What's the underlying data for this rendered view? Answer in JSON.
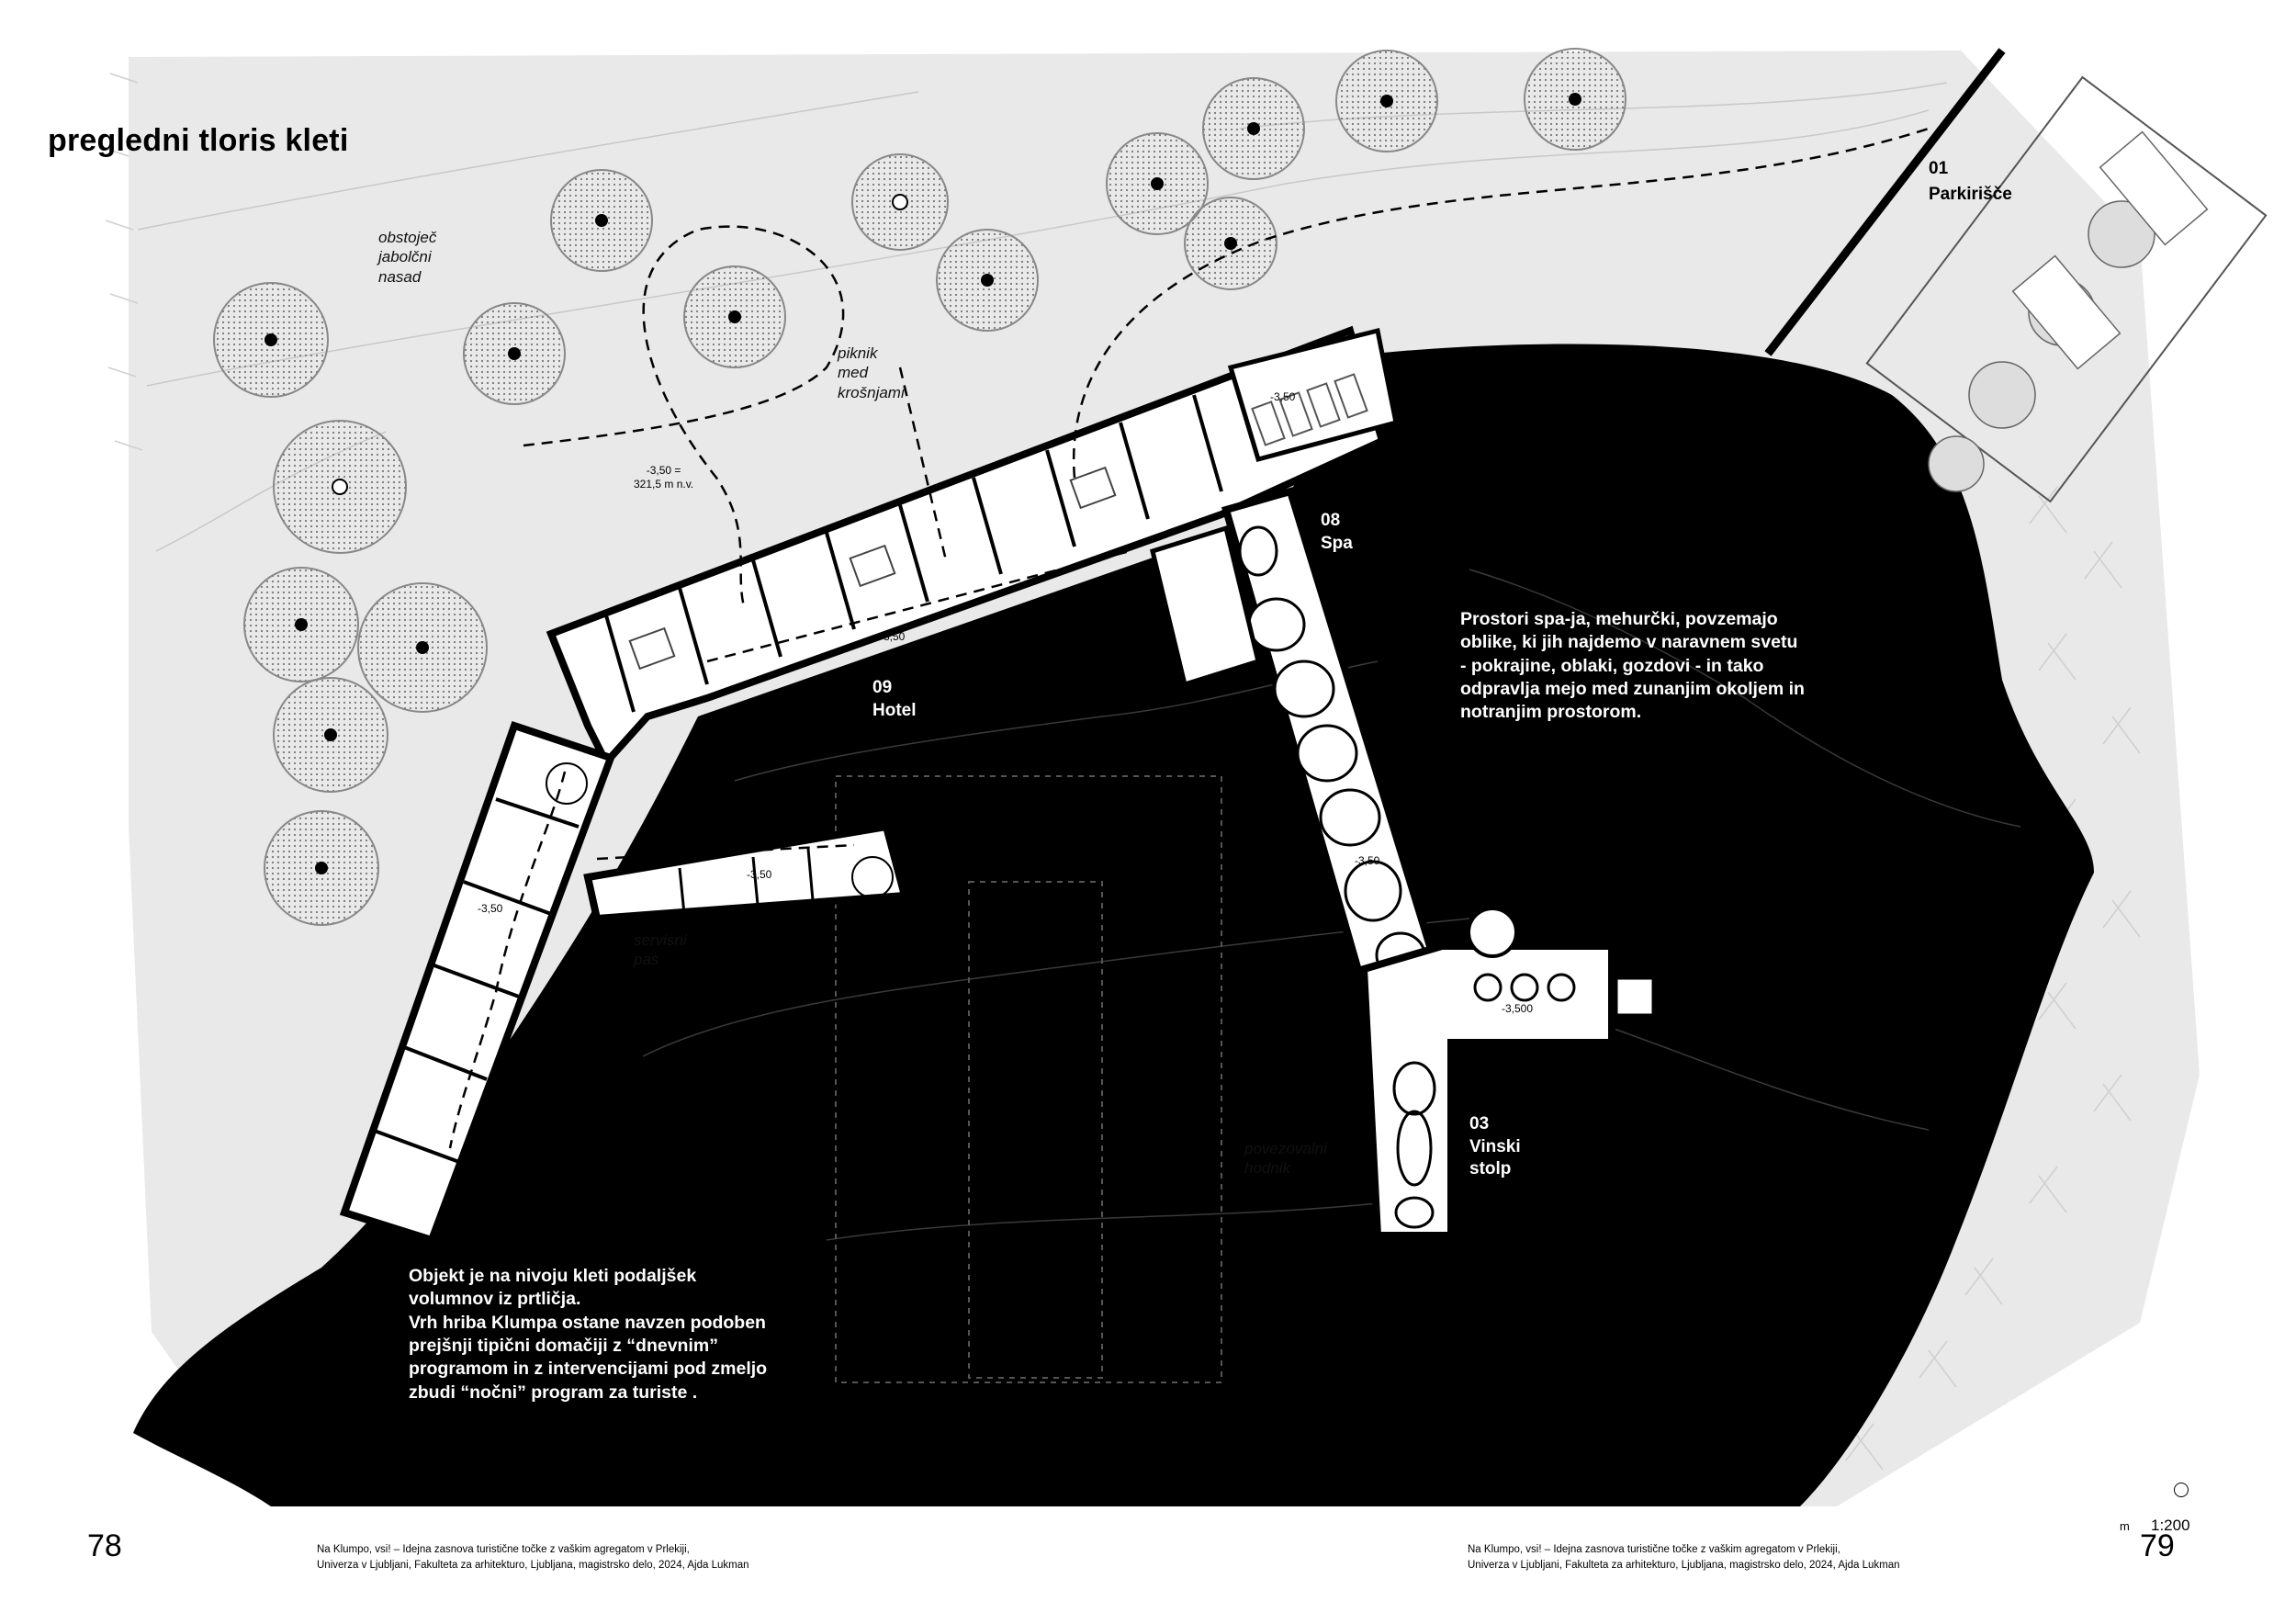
{
  "title": "pregledni tloris kleti",
  "labels": {
    "orchard": "obstoječ\njabolčni\nnasad",
    "picnic": "piknik\nmed\nkrošnjami",
    "service": "servisni\npas",
    "corridor": "povezovalni\nhodnik",
    "elevation": "-3,50 =\n321,5 m n.v."
  },
  "zones": {
    "parking": {
      "num": "01",
      "name": "Parkirišče"
    },
    "spa": {
      "num": "08",
      "name": "Spa"
    },
    "hotel": {
      "num": "09",
      "name": "Hotel"
    },
    "wine_tower": {
      "num": "03",
      "name": "Vinski\nstolp"
    }
  },
  "descriptions": {
    "spa": "Prostori spa-ja, mehurčki, povzemajo\noblike, ki jih najdemo v naravnem svetu\n- pokrajine, oblaki, gozdovi - in tako\nodpravlja mejo med zunanjim okoljem in\nnotranjim prostorom.",
    "extension": "Objekt je na nivoju kleti podaljšek\nvolumnov iz prtličja.\nVrh hriba Klumpa ostane navzen podoben\nprejšnji tipični domačiji z “dnevnim”\nprogramom in z intervencijami pod zmeljo\nzbudi “nočni” program za turiste ."
  },
  "levels": {
    "spa_top": "-3,50",
    "hotel": "-3,50",
    "service": "-3,50",
    "wing": "-3,50",
    "spa_corridor": "-3,50",
    "wine": "-3,500"
  },
  "footer": {
    "page_left": "78",
    "page_right": "79",
    "scale_unit": "m",
    "scale": "1:200",
    "credit_left": "Na Klumpo, vsi! – Idejna zasnova turistične točke z vaškim agregatom v Prlekiji,\nUniverza v Ljubljani, Fakulteta za arhitekturo, Ljubljana, magistrsko delo, 2024, Ajda Lukman",
    "credit_right": "Na Klumpo, vsi! – Idejna zasnova turistične točke z vaškim agregatom v Prlekiji,\nUniverza v Ljubljani, Fakulteta za arhitekturo, Ljubljana, magistrsko delo, 2024, Ajda Lukman"
  }
}
